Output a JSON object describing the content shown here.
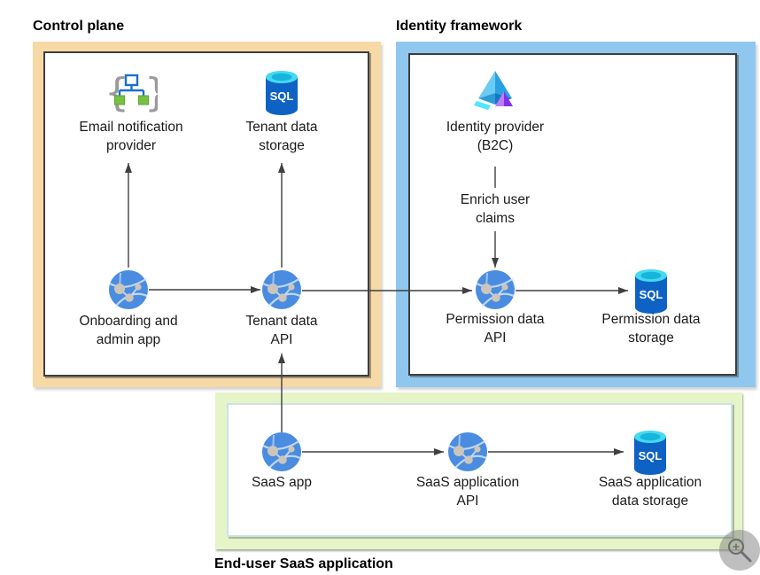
{
  "diagram": {
    "regions": [
      {
        "id": "control-plane",
        "title": "Control plane"
      },
      {
        "id": "identity-framework",
        "title": "Identity framework"
      },
      {
        "id": "end-user-saas",
        "title": "End-user SaaS application"
      }
    ],
    "nodes": [
      {
        "id": "email-notification-provider",
        "label": "Email notification provider",
        "lines": [
          "Email notification",
          "provider"
        ],
        "icon": "braces-hierarchy-icon"
      },
      {
        "id": "tenant-data-storage",
        "label": "Tenant data storage",
        "lines": [
          "Tenant data",
          "storage"
        ],
        "icon": "sql-database-icon"
      },
      {
        "id": "identity-provider-b2c",
        "label": "Identity provider (B2C)",
        "lines": [
          "Identity provider",
          "(B2C)"
        ],
        "icon": "identity-b2c-icon"
      },
      {
        "id": "onboarding-admin-app",
        "label": "Onboarding and admin app",
        "lines": [
          "Onboarding and",
          "admin app"
        ],
        "icon": "globe-api-icon"
      },
      {
        "id": "tenant-data-api",
        "label": "Tenant data API",
        "lines": [
          "Tenant data",
          "API"
        ],
        "icon": "globe-api-icon"
      },
      {
        "id": "permission-data-api",
        "label": "Permission data API",
        "lines": [
          "Permission data",
          "API"
        ],
        "icon": "globe-api-icon"
      },
      {
        "id": "permission-data-storage",
        "label": "Permission data storage",
        "lines": [
          "Permission data",
          "storage"
        ],
        "icon": "sql-database-icon"
      },
      {
        "id": "saas-app",
        "label": "SaaS app",
        "lines": [
          "SaaS app"
        ],
        "icon": "globe-api-icon"
      },
      {
        "id": "saas-application-api",
        "label": "SaaS application API",
        "lines": [
          "SaaS application",
          "API"
        ],
        "icon": "globe-api-icon"
      },
      {
        "id": "saas-application-data-storage",
        "label": "SaaS application data storage",
        "lines": [
          "SaaS application",
          "data storage"
        ],
        "icon": "sql-database-icon"
      }
    ],
    "annotations": {
      "enrich_user_claims": {
        "lines": [
          "Enrich user",
          "claims"
        ]
      }
    },
    "sql_icon_text": "SQL",
    "icons": {
      "braces-hierarchy-icon": "gray braces with blue/green node tree",
      "sql-database-icon": "blue cylinder database with SQL text",
      "identity-b2c-icon": "blue and purple faceted pyramid",
      "globe-api-icon": "blue globe with network nodes",
      "magnifier-icon": "gray magnifying glass zoom badge"
    },
    "colors": {
      "control_plane_border": "#F7D9A6",
      "identity_framework_border": "#90C7EF",
      "saas_application_border": "#E6F4C8",
      "inner_box_border_dark": "#3D3D3D",
      "inner_box_border_light": "#C9E3EA",
      "connector": "#3F3F3F",
      "globe_blue": "#4A8CE0",
      "sql_body_blue": "#0E62C4",
      "sql_top_cyan": "#45D9F2",
      "hierarchy_blue": "#1A70CC",
      "hierarchy_green": "#76C043",
      "b2c_purple": "#8430E8"
    }
  }
}
